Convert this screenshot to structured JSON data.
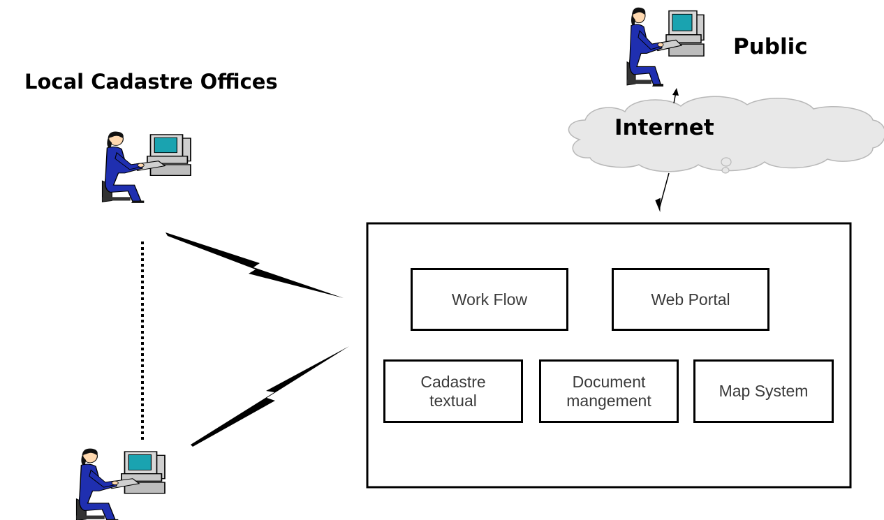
{
  "labels": {
    "local_offices": "Local Cadastre Offices",
    "public": "Public",
    "internet": "Internet"
  },
  "modules": {
    "work_flow": "Work Flow",
    "web_portal": "Web Portal",
    "cadastre_textual": "Cadastre\ntextual",
    "document_management": "Document\nmangement",
    "map_system": "Map System"
  },
  "icons": {
    "user": "user-at-computer-icon",
    "cloud": "cloud-icon",
    "wireless": "lightning-link-icon"
  },
  "colors": {
    "text": "#000000",
    "module_text": "#3a3a3a",
    "cloud_fill": "#e8e8e8",
    "cloud_stroke": "#b8b8b8",
    "user_suit": "#1f2fb0",
    "monitor_screen": "#1aa3b0",
    "computer_body": "#c8c8c8"
  }
}
